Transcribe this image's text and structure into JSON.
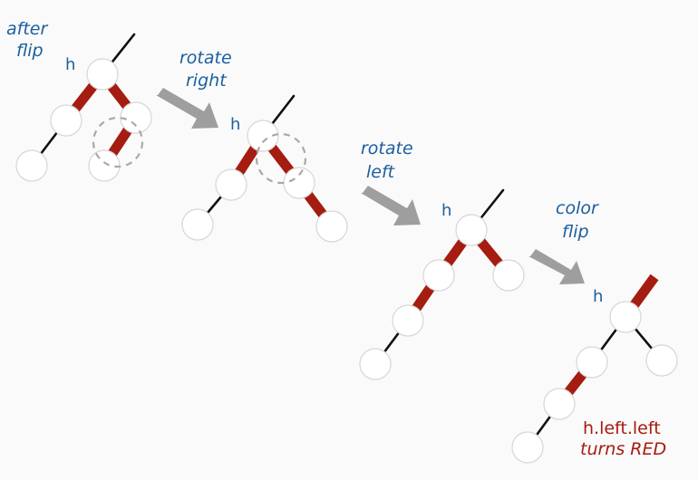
{
  "steps": [
    {
      "label_line1": "after",
      "label_line2": "flip"
    },
    {
      "label_line1": "rotate",
      "label_line2": "right"
    },
    {
      "label_line1": "rotate",
      "label_line2": "left"
    },
    {
      "label_line1": "color",
      "label_line2": "flip"
    }
  ],
  "node_label": "h",
  "footer": {
    "line1": "h.left.left",
    "line2": "turns RED"
  },
  "colors": {
    "red_link": "#a51c10",
    "black_link": "#111111",
    "label_blue": "#1b5f9e",
    "arrow_gray": "#9e9e9e"
  }
}
